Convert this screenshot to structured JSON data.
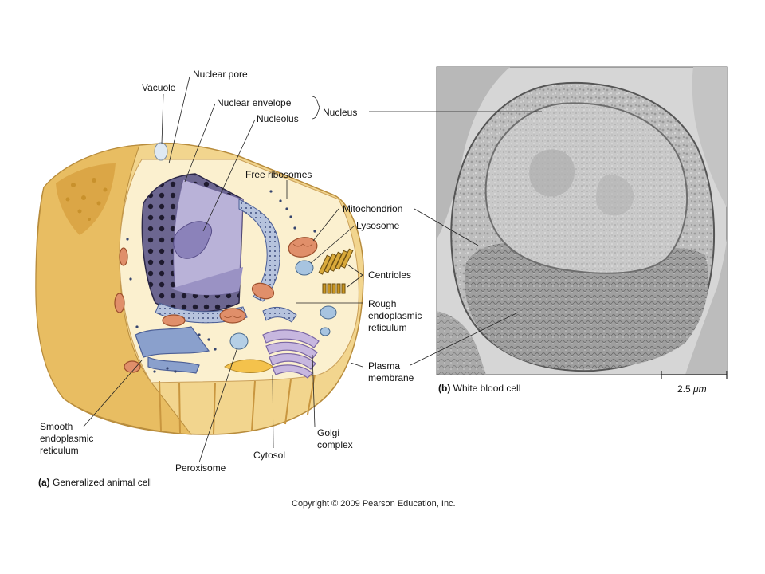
{
  "labels": {
    "vacuole": "Vacuole",
    "nuclear_pore": "Nuclear pore",
    "nuclear_envelope": "Nuclear envelope",
    "nucleolus": "Nucleolus",
    "nucleus": "Nucleus",
    "free_ribosomes": "Free ribosomes",
    "mitochondrion": "Mitochondrion",
    "lysosome": "Lysosome",
    "centrioles": "Centrioles",
    "rough_er": "Rough\nendoplasmic\nreticulum",
    "plasma_membrane": "Plasma\nmembrane",
    "smooth_er": "Smooth\nendoplasmic\nreticulum",
    "peroxisome": "Peroxisome",
    "cytosol": "Cytosol",
    "golgi": "Golgi\ncomplex"
  },
  "captions": {
    "a_letter": "(a)",
    "a_text": "Generalized animal cell",
    "b_letter": "(b)",
    "b_text": "White blood cell",
    "scale_value": "2.5",
    "scale_unit": "μm"
  },
  "copyright": "Copyright © 2009 Pearson Education, Inc."
}
